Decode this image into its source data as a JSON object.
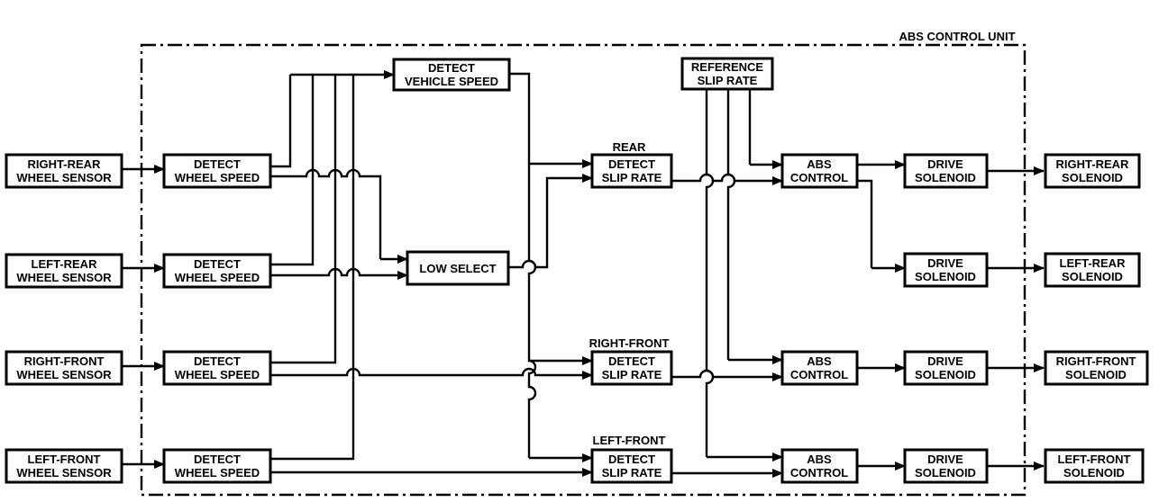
{
  "unit_label": "ABS CONTROL UNIT",
  "sensors": {
    "rr": [
      "RIGHT-REAR",
      "WHEEL SENSOR"
    ],
    "lr": [
      "LEFT-REAR",
      "WHEEL SENSOR"
    ],
    "rf": [
      "RIGHT-FRONT",
      "WHEEL SENSOR"
    ],
    "lf": [
      "LEFT-FRONT",
      "WHEEL SENSOR"
    ]
  },
  "wheel_speed": [
    "DETECT",
    "WHEEL SPEED"
  ],
  "vehicle_speed": [
    "DETECT",
    "VEHICLE SPEED"
  ],
  "low_select": "LOW SELECT",
  "reference": [
    "REFERENCE",
    "SLIP RATE"
  ],
  "slip_rate": [
    "DETECT",
    "SLIP RATE"
  ],
  "slip_titles": {
    "rear": "REAR",
    "rf": "RIGHT-FRONT",
    "lf": "LEFT-FRONT"
  },
  "abs_control": [
    "ABS",
    "CONTROL"
  ],
  "drive_solenoid": [
    "DRIVE",
    "SOLENOID"
  ],
  "solenoids": {
    "rr": [
      "RIGHT-REAR",
      "SOLENOID"
    ],
    "lr": [
      "LEFT-REAR",
      "SOLENOID"
    ],
    "rf": [
      "RIGHT-FRONT",
      "SOLENOID"
    ],
    "lf": [
      "LEFT-FRONT",
      "SOLENOID"
    ]
  }
}
